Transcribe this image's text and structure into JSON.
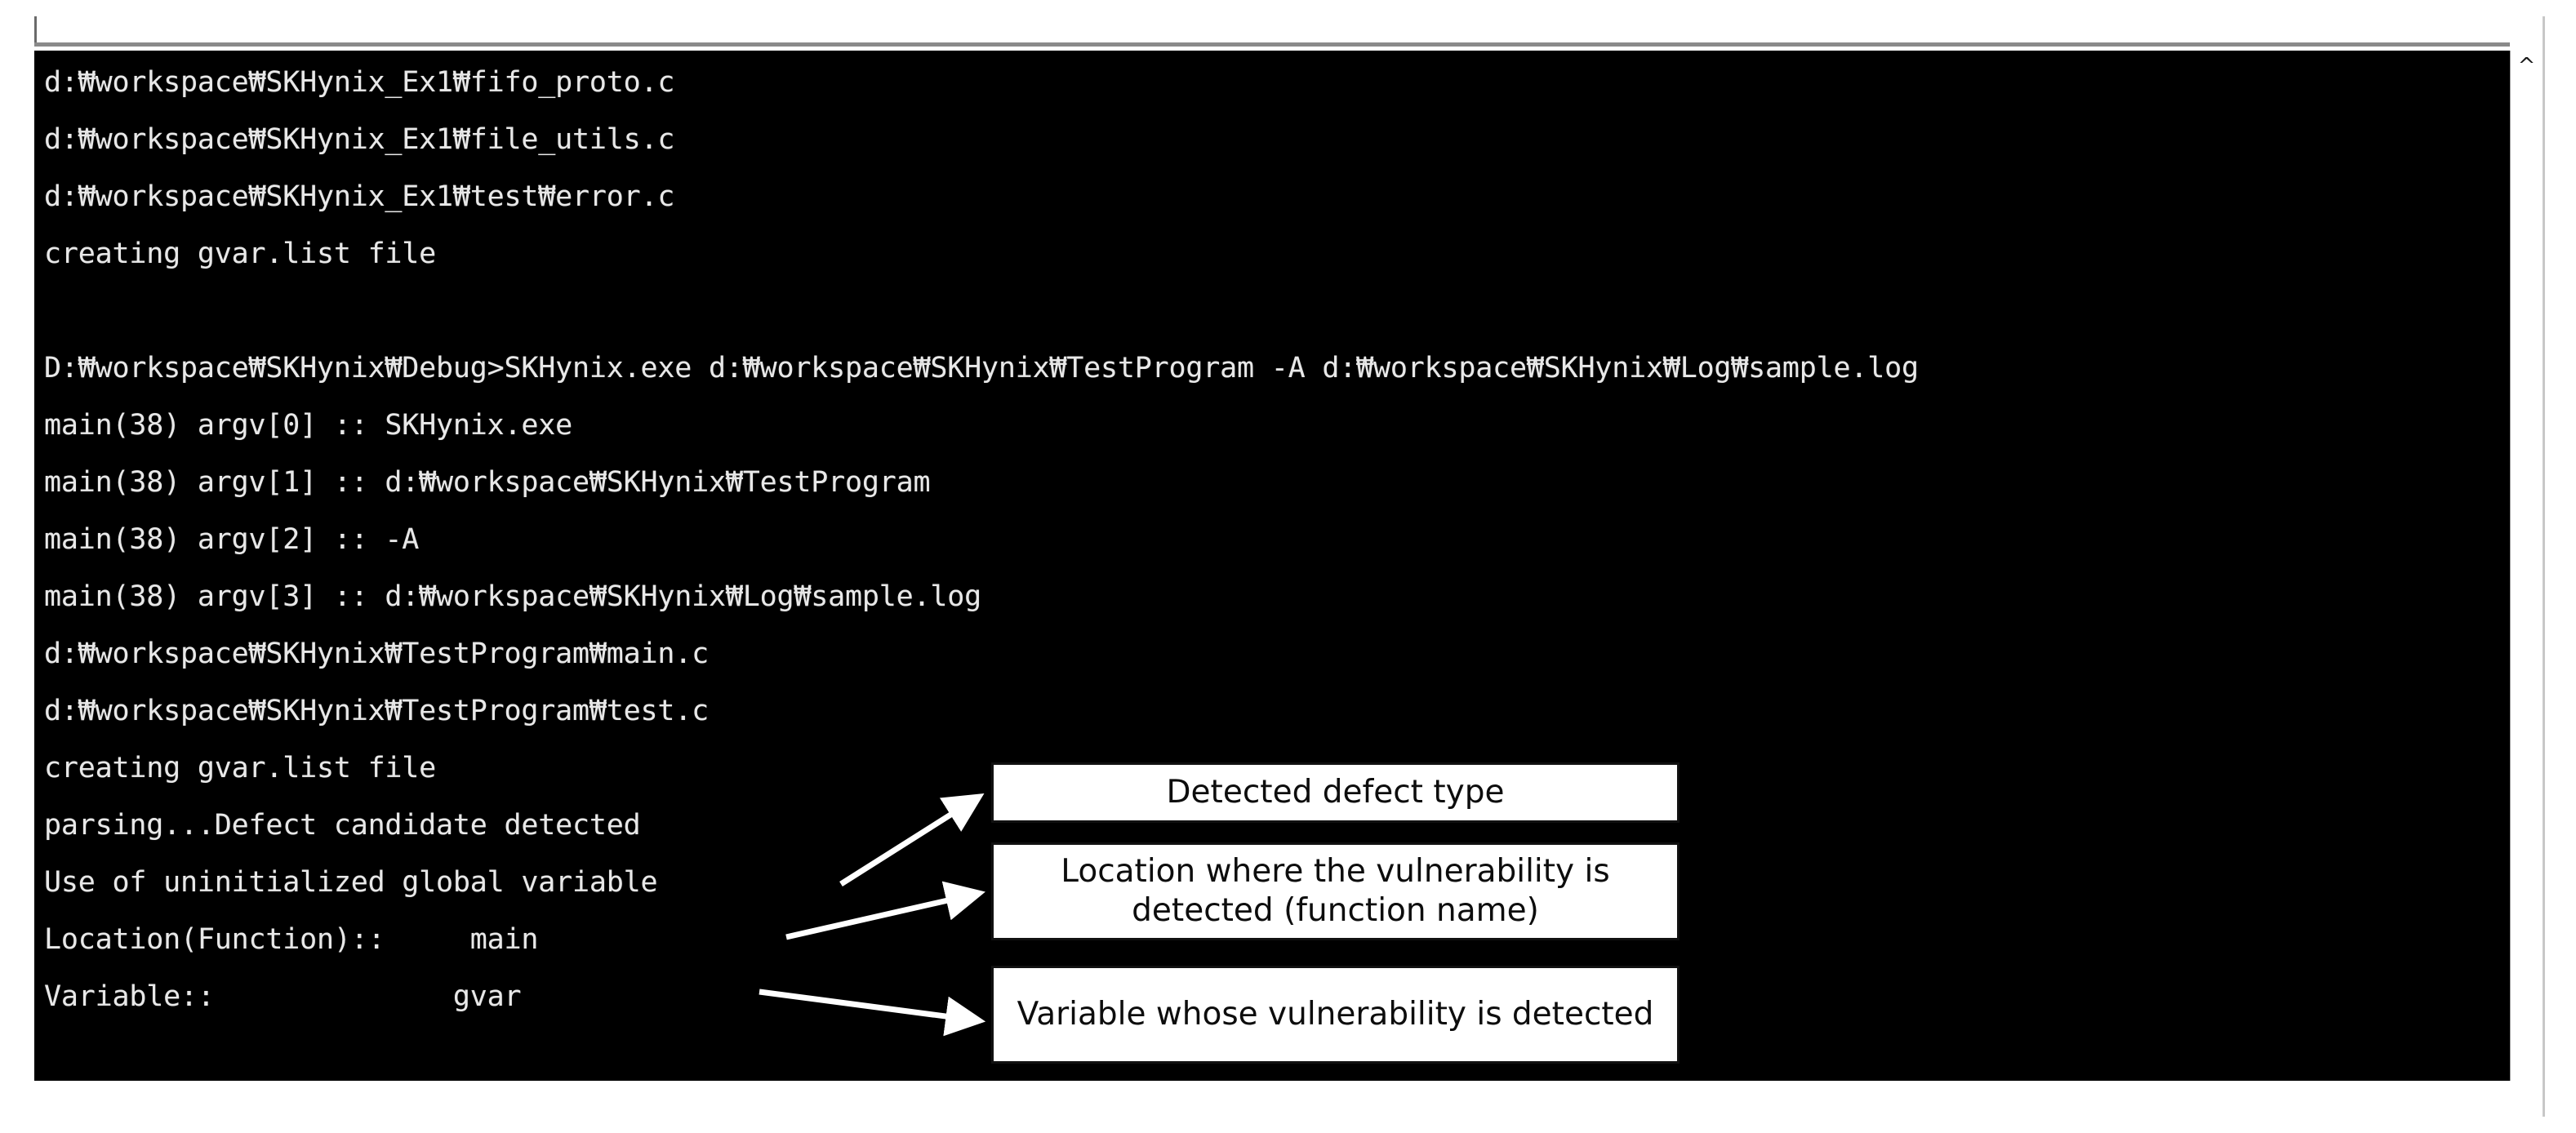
{
  "window": {
    "type": "windows-command-prompt",
    "background_color": "#000000",
    "text_color": "#e8e8e8",
    "scrollbar": {
      "up_arrow_glyph": "^",
      "up_arrow_icon": "chevron-up-icon"
    }
  },
  "console": {
    "lines": [
      {
        "id": "line-fifo-proto",
        "text": "d:₩workspace₩SKHynix_Ex1₩fifo_proto.c"
      },
      {
        "id": "line-file-utils",
        "text": "d:₩workspace₩SKHynix_Ex1₩file_utils.c"
      },
      {
        "id": "line-test-error",
        "text": "d:₩workspace₩SKHynix_Ex1₩test₩error.c"
      },
      {
        "id": "line-creating-gvar-1",
        "text": "creating gvar.list file"
      },
      {
        "id": "line-blank-1",
        "text": " "
      },
      {
        "id": "line-command",
        "text": "D:₩workspace₩SKHynix₩Debug>SKHynix.exe d:₩workspace₩SKHynix₩TestProgram -A d:₩workspace₩SKHynix₩Log₩sample.log"
      },
      {
        "id": "line-argv-0",
        "text": "main(38) argv[0] :: SKHynix.exe"
      },
      {
        "id": "line-argv-1",
        "text": "main(38) argv[1] :: d:₩workspace₩SKHynix₩TestProgram"
      },
      {
        "id": "line-argv-2",
        "text": "main(38) argv[2] :: -A"
      },
      {
        "id": "line-argv-3",
        "text": "main(38) argv[3] :: d:₩workspace₩SKHynix₩Log₩sample.log"
      },
      {
        "id": "line-main-c",
        "text": "d:₩workspace₩SKHynix₩TestProgram₩main.c"
      },
      {
        "id": "line-test-c",
        "text": "d:₩workspace₩SKHynix₩TestProgram₩test.c"
      },
      {
        "id": "line-creating-gvar-2",
        "text": "creating gvar.list file"
      },
      {
        "id": "line-parsing",
        "text": "parsing...Defect candidate detected"
      },
      {
        "id": "line-defect-type",
        "text": "Use of uninitialized global variable"
      },
      {
        "id": "line-location",
        "text": "Location(Function)::     main"
      },
      {
        "id": "line-variable",
        "text": "Variable::              gvar"
      }
    ],
    "command": {
      "prompt": "D:₩workspace₩SKHynix₩Debug>",
      "executable": "SKHynix.exe",
      "arg_target_dir": "d:₩workspace₩SKHynix₩TestProgram",
      "arg_option": "-A",
      "arg_log_file": "d:₩workspace₩SKHynix₩Log₩sample.log"
    },
    "result": {
      "defect_type": "Use of uninitialized global variable",
      "location_label": "Location(Function)::",
      "location_value": "main",
      "variable_label": "Variable::",
      "variable_value": "gvar"
    }
  },
  "annotations": {
    "defect_type": "Detected defect type",
    "location": "Location where the vulnerability is detected (function name)",
    "variable": "Variable whose vulnerability is detected"
  }
}
